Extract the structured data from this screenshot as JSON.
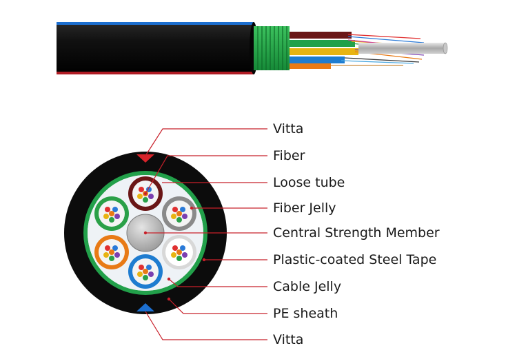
{
  "labels": [
    "Vitta",
    "Fiber",
    "Loose tube",
    "Fiber Jelly",
    "Central Strength Member",
    "Plastic-coated Steel Tape",
    "Cable Jelly",
    "PE sheath",
    "Vitta"
  ],
  "colors": {
    "sheath": "#0c0c0c",
    "leader_line": "#c8202a",
    "vitta_top": "#d8232a",
    "vitta_bottom": "#1c6fd0",
    "steel_tape": "#22a04a",
    "tube_brown": "#6a1616",
    "tube_gray": "#8a8a8a",
    "tube_white": "#f2f2f2",
    "tube_blue": "#1e7cd0",
    "tube_orange": "#e87a16",
    "tube_green": "#2aa048",
    "strength_member": "#b9b9b9"
  }
}
